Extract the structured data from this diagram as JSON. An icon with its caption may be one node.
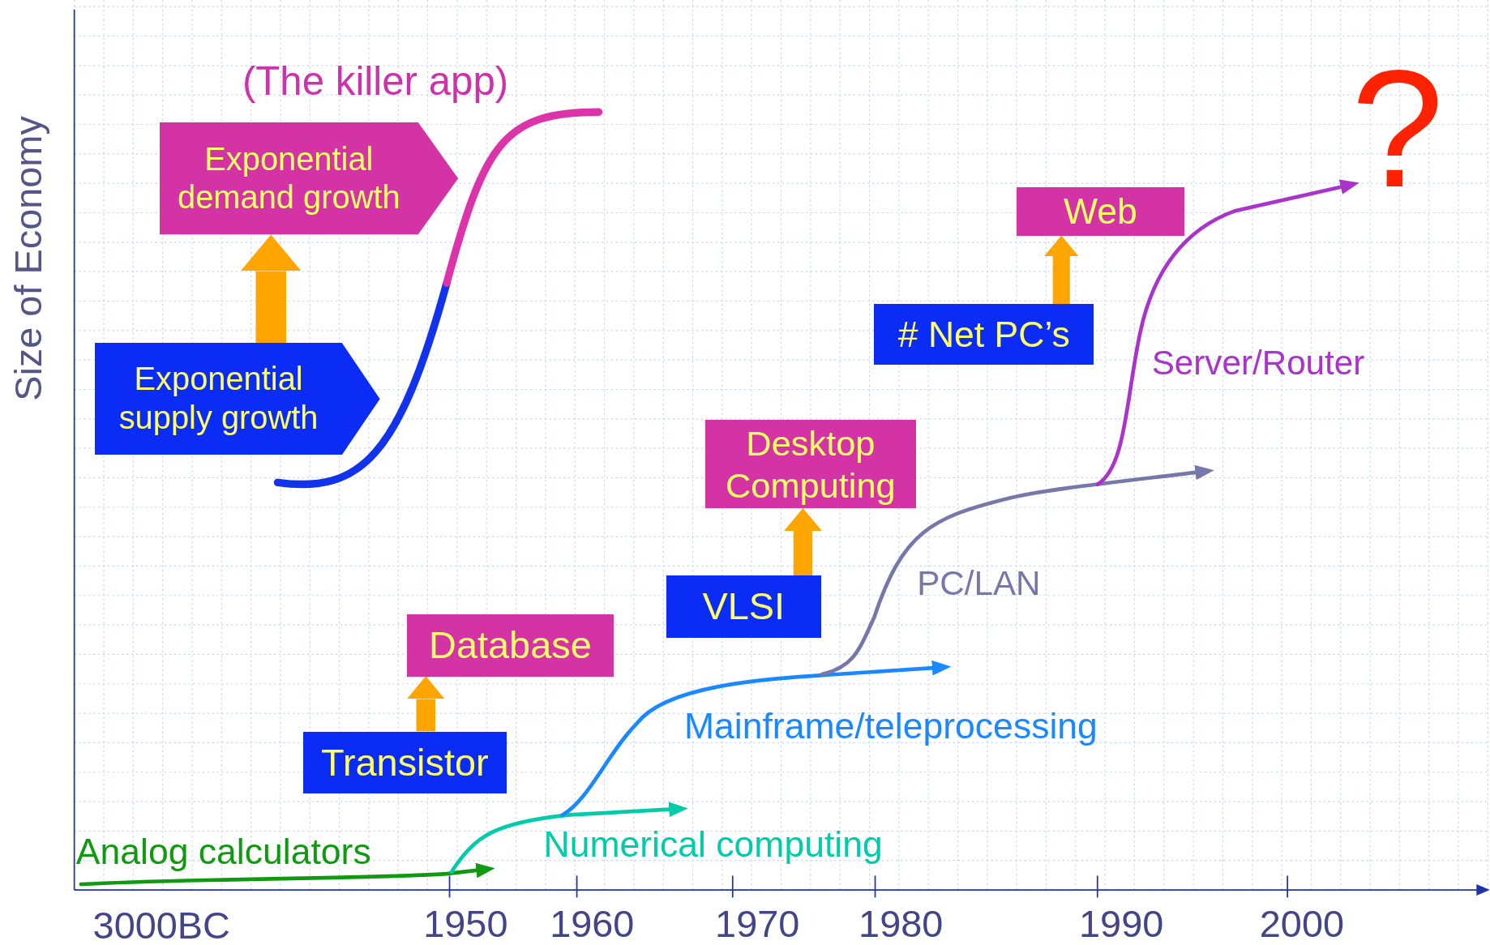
{
  "diagram": {
    "nodes": [
      {
        "text": [
          "Exponential demand growth"
        ]
      },
      {
        "text": [
          "Exponential supply growth"
        ]
      },
      {
        "text": [
          "Database"
        ]
      },
      {
        "text": [
          "Transistor"
        ]
      },
      {
        "text": [
          "Desktop Computing"
        ]
      },
      {
        "text": [
          "VLSI"
        ]
      },
      {
        "text": [
          "Web"
        ]
      },
      {
        "text": [
          "# Net PC’s"
        ]
      }
    ],
    "edges": [
      {
        "from": 1,
        "to": 0,
        "arrow": "to"
      },
      {
        "from": 3,
        "to": 2,
        "arrow": "to"
      },
      {
        "from": 5,
        "to": 4,
        "arrow": "to"
      },
      {
        "from": 7,
        "to": 6,
        "arrow": "to"
      }
    ],
    "labels": [
      "(The killer app)",
      "?",
      "Size of Economy",
      "Server/Router",
      "PC/LAN",
      "Mainframe/teleprocessing",
      "Analog calculators",
      "Numerical computing",
      "3000BC",
      "1950",
      "1960",
      "1970",
      "1980",
      "1990",
      "2000"
    ]
  }
}
